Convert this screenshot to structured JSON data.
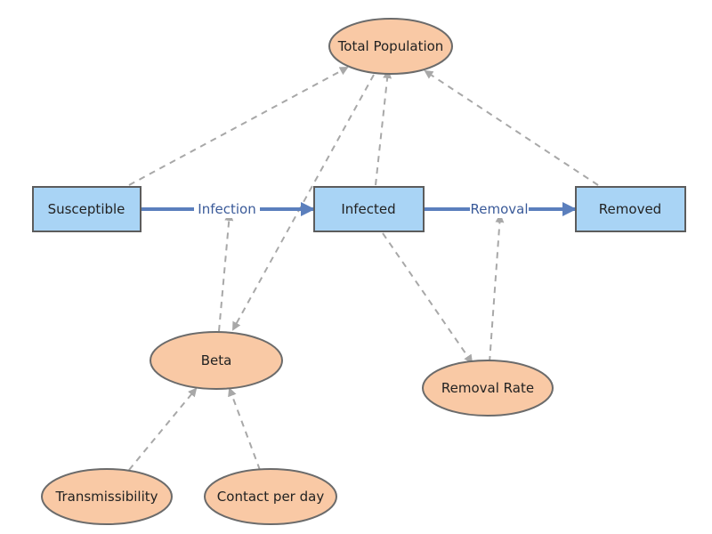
{
  "colors": {
    "stock_fill": "#a9d4f5",
    "stock_stroke": "#5c5c5c",
    "aux_fill": "#f9c9a5",
    "aux_stroke": "#6b6b6b",
    "flow": "#5b7fbd",
    "link": "#a8a8a8"
  },
  "stocks": {
    "susceptible": "Susceptible",
    "infected": "Infected",
    "removed": "Removed"
  },
  "flows": {
    "infection": "Infection",
    "removal": "Removal"
  },
  "auxiliaries": {
    "total_population": "Total Population",
    "beta": "Beta",
    "removal_rate": "Removal Rate",
    "transmissibility": "Transmissibility",
    "contact_per_day": "Contact per day"
  }
}
